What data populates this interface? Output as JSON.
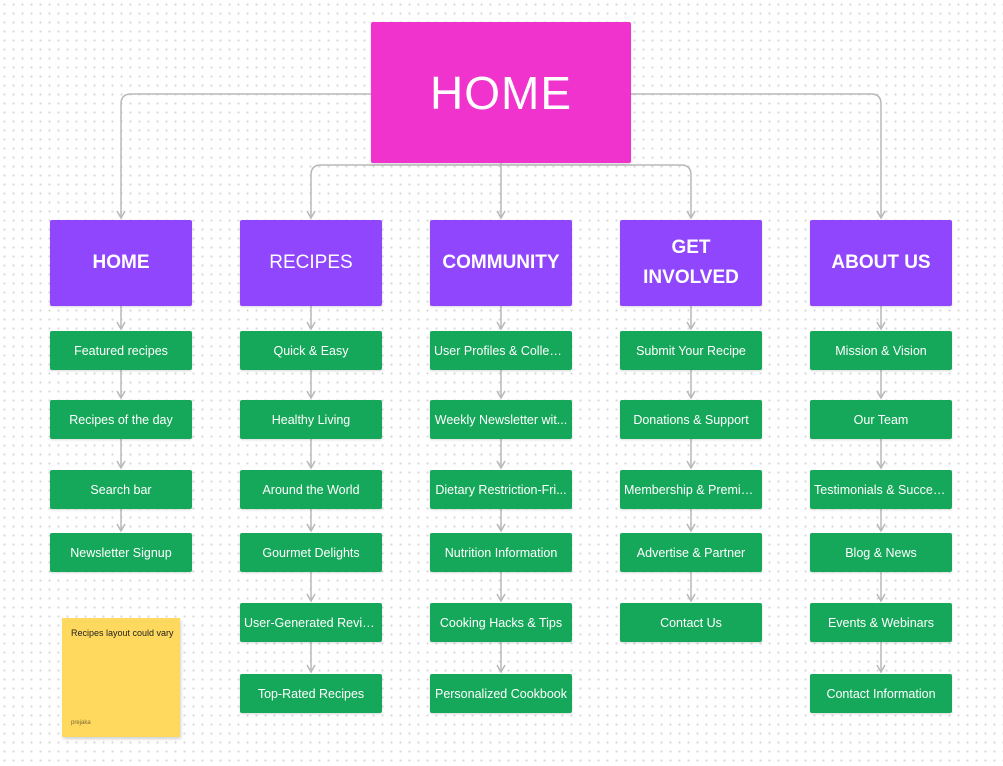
{
  "root": {
    "label": "HOME",
    "color": "#f033cc"
  },
  "colors": {
    "section": "#9046fc",
    "page": "#16a85a",
    "connector": "#b8b8b8",
    "sticky": "#ffd95e"
  },
  "sections": [
    {
      "title": "HOME",
      "pages": [
        "Featured recipes",
        "Recipes of the day",
        "Search bar",
        "Newsletter Signup"
      ]
    },
    {
      "title": "RECIPES",
      "pages": [
        "Quick & Easy",
        "Healthy Living",
        "Around the World",
        "Gourmet Delights",
        "User-Generated Revie...",
        "Top-Rated Recipes"
      ]
    },
    {
      "title": "COMMUNITY",
      "pages": [
        "User Profiles & Collecti...",
        "Weekly Newsletter wit...",
        "Dietary Restriction-Fri...",
        "Nutrition Information",
        "Cooking Hacks & Tips",
        "Personalized Cookbook"
      ]
    },
    {
      "title": "GET INVOLVED",
      "pages": [
        "Submit Your Recipe",
        "Donations & Support",
        "Membership & Premiu...",
        "Advertise & Partner",
        "Contact Us"
      ]
    },
    {
      "title": "ABOUT US",
      "pages": [
        "Mission & Vision",
        "Our Team",
        "Testimonials & Succes...",
        "Blog & News",
        "Events & Webinars",
        "Contact Information"
      ]
    }
  ],
  "sticky_note": {
    "text": "Recipes layout could vary",
    "author": "prejaka"
  }
}
